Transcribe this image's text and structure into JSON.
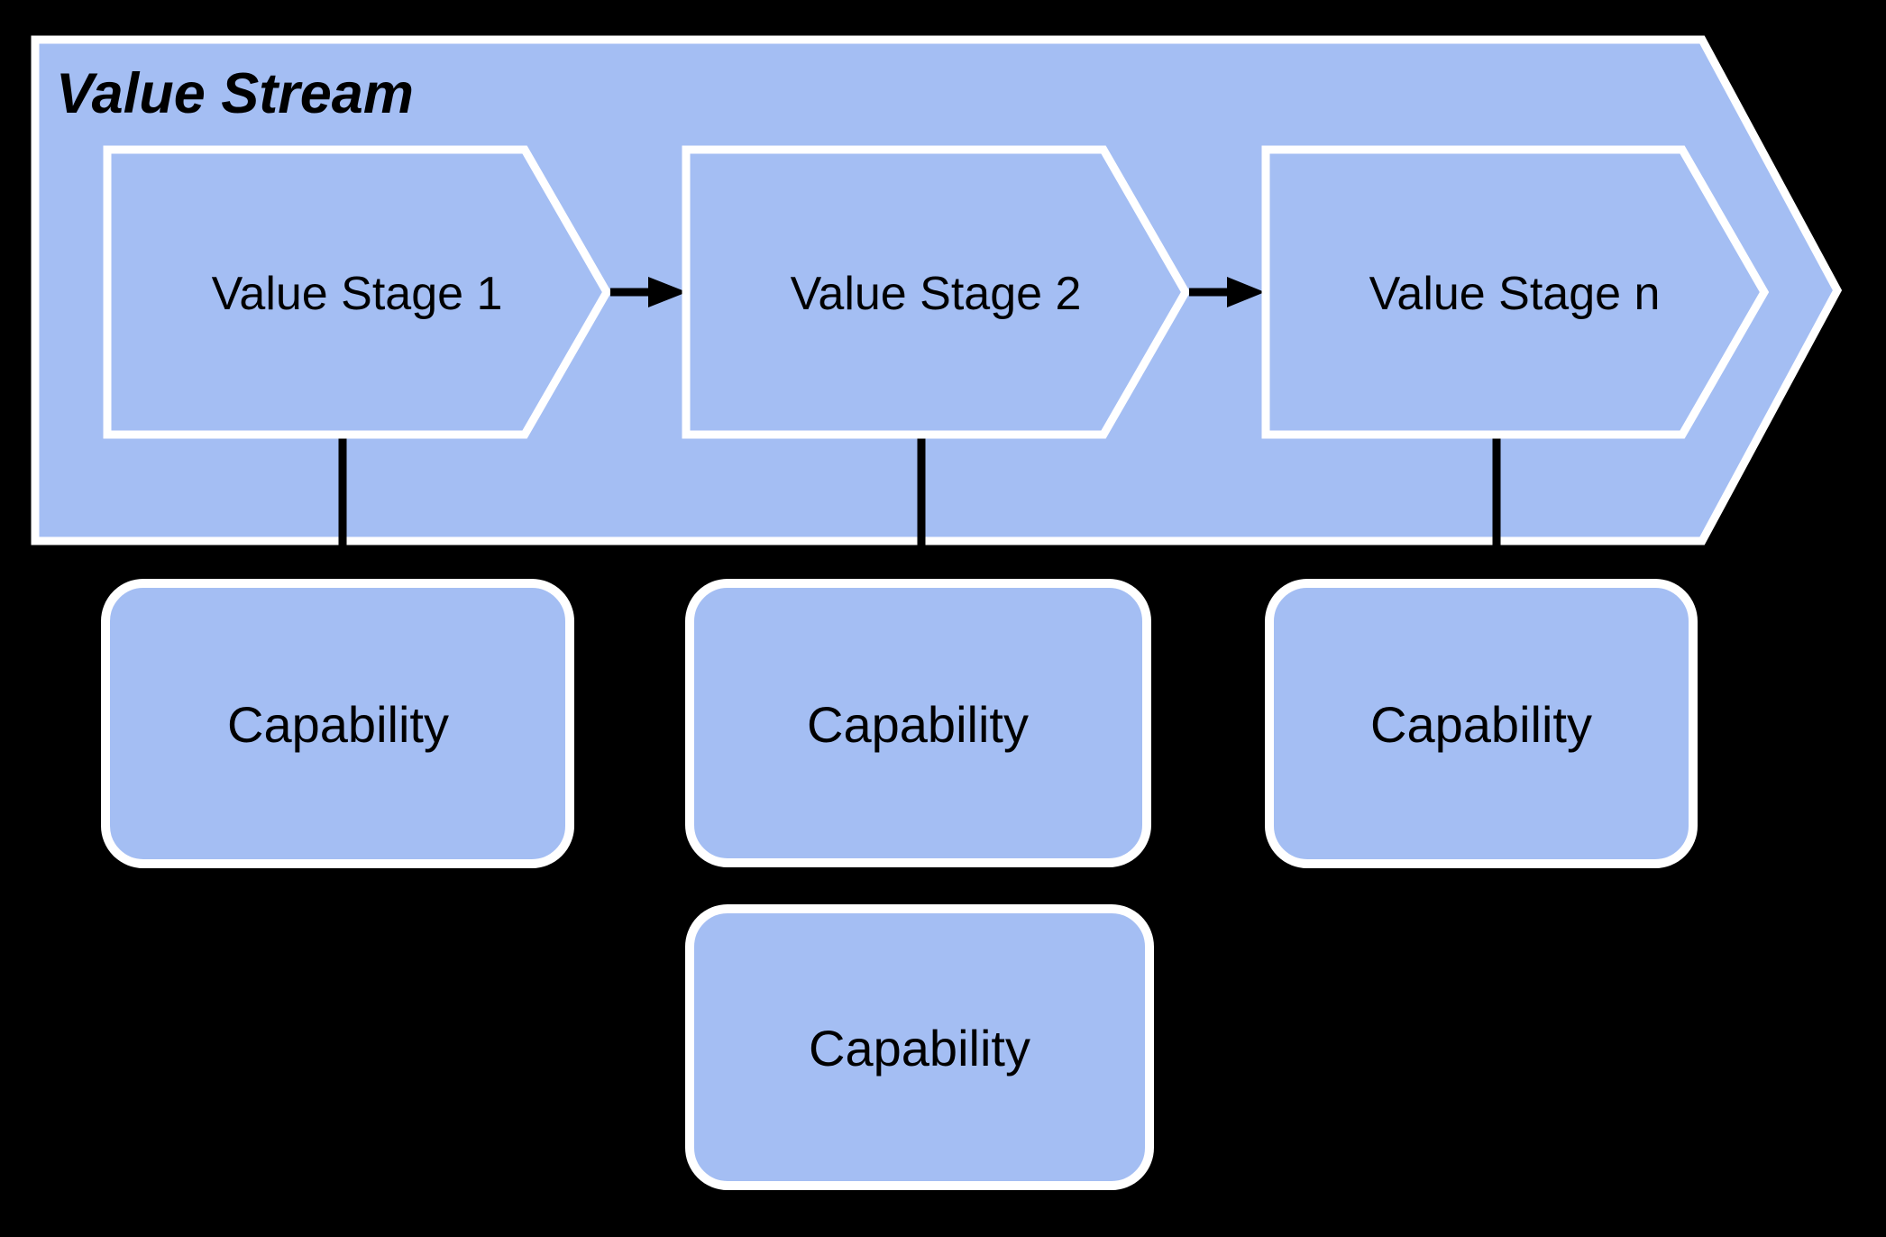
{
  "diagram": {
    "title": "Value Stream",
    "stages": [
      {
        "label": "Value Stage 1"
      },
      {
        "label": "Value Stage 2"
      },
      {
        "label": "Value Stage n"
      }
    ],
    "capabilities": [
      {
        "label": "Capability"
      },
      {
        "label": "Capability"
      },
      {
        "label": "Capability"
      },
      {
        "label": "Capability"
      }
    ],
    "colors": {
      "node_fill": "#a4bef3",
      "node_border": "#ffffff",
      "background": "#000000",
      "text": "#000000",
      "connector": "#000000"
    }
  }
}
